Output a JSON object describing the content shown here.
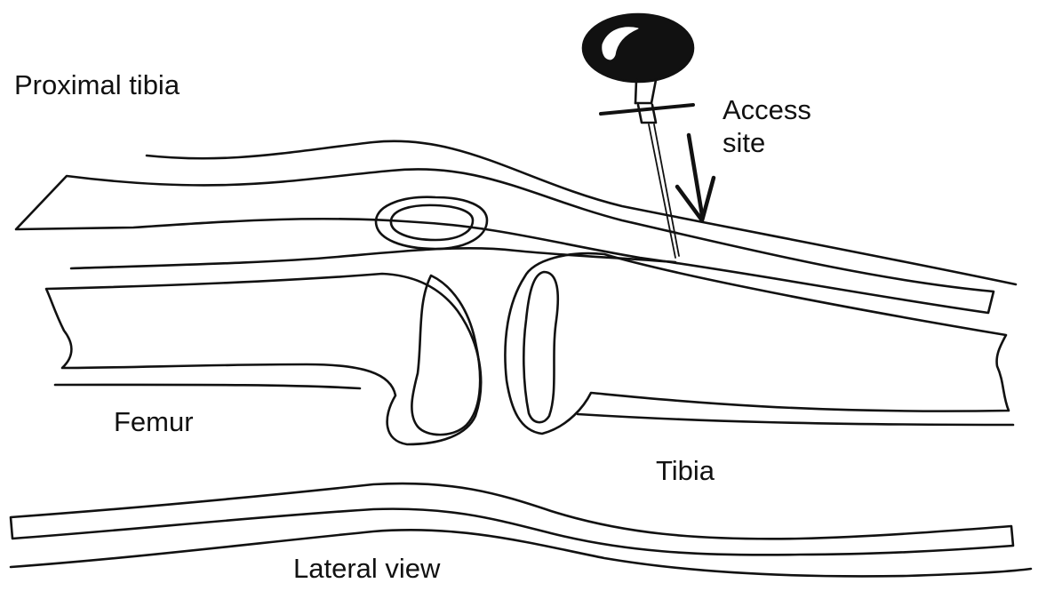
{
  "labels": {
    "title": "Proximal tibia",
    "access_line1": "Access",
    "access_line2": "site",
    "femur": "Femur",
    "tibia": "Tibia",
    "view": "Lateral view"
  },
  "colors": {
    "line": "#111111",
    "background": "#ffffff"
  },
  "icons": [
    "intraosseous-needle-icon",
    "down-arrow-icon"
  ]
}
